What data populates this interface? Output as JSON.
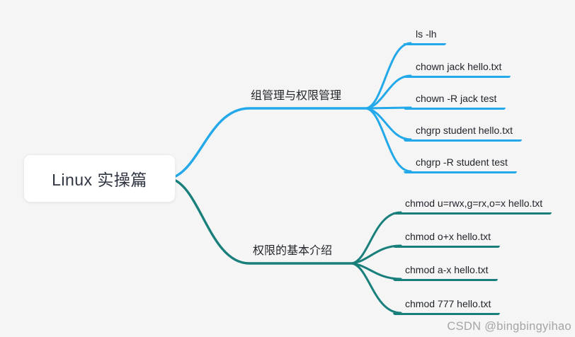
{
  "canvas": {
    "background": "#f5f5f6",
    "text_color": "#23262b"
  },
  "root": {
    "label": "Linux 实操篇"
  },
  "branches": [
    {
      "label": "组管理与权限管理",
      "color": "#23a9e9",
      "children": [
        "ls -lh",
        "chown jack hello.txt",
        "chown -R jack test",
        "chgrp student hello.txt",
        "chgrp -R student test"
      ]
    },
    {
      "label": "权限的基本介绍",
      "color": "#197f7b",
      "children": [
        "chmod u=rwx,g=rx,o=x hello.txt",
        "chmod o+x hello.txt",
        "chmod a-x hello.txt",
        "chmod 777 hello.txt"
      ]
    }
  ],
  "watermark": {
    "label": "CSDN @bingbingyihao",
    "color": "#a5a5a5"
  }
}
